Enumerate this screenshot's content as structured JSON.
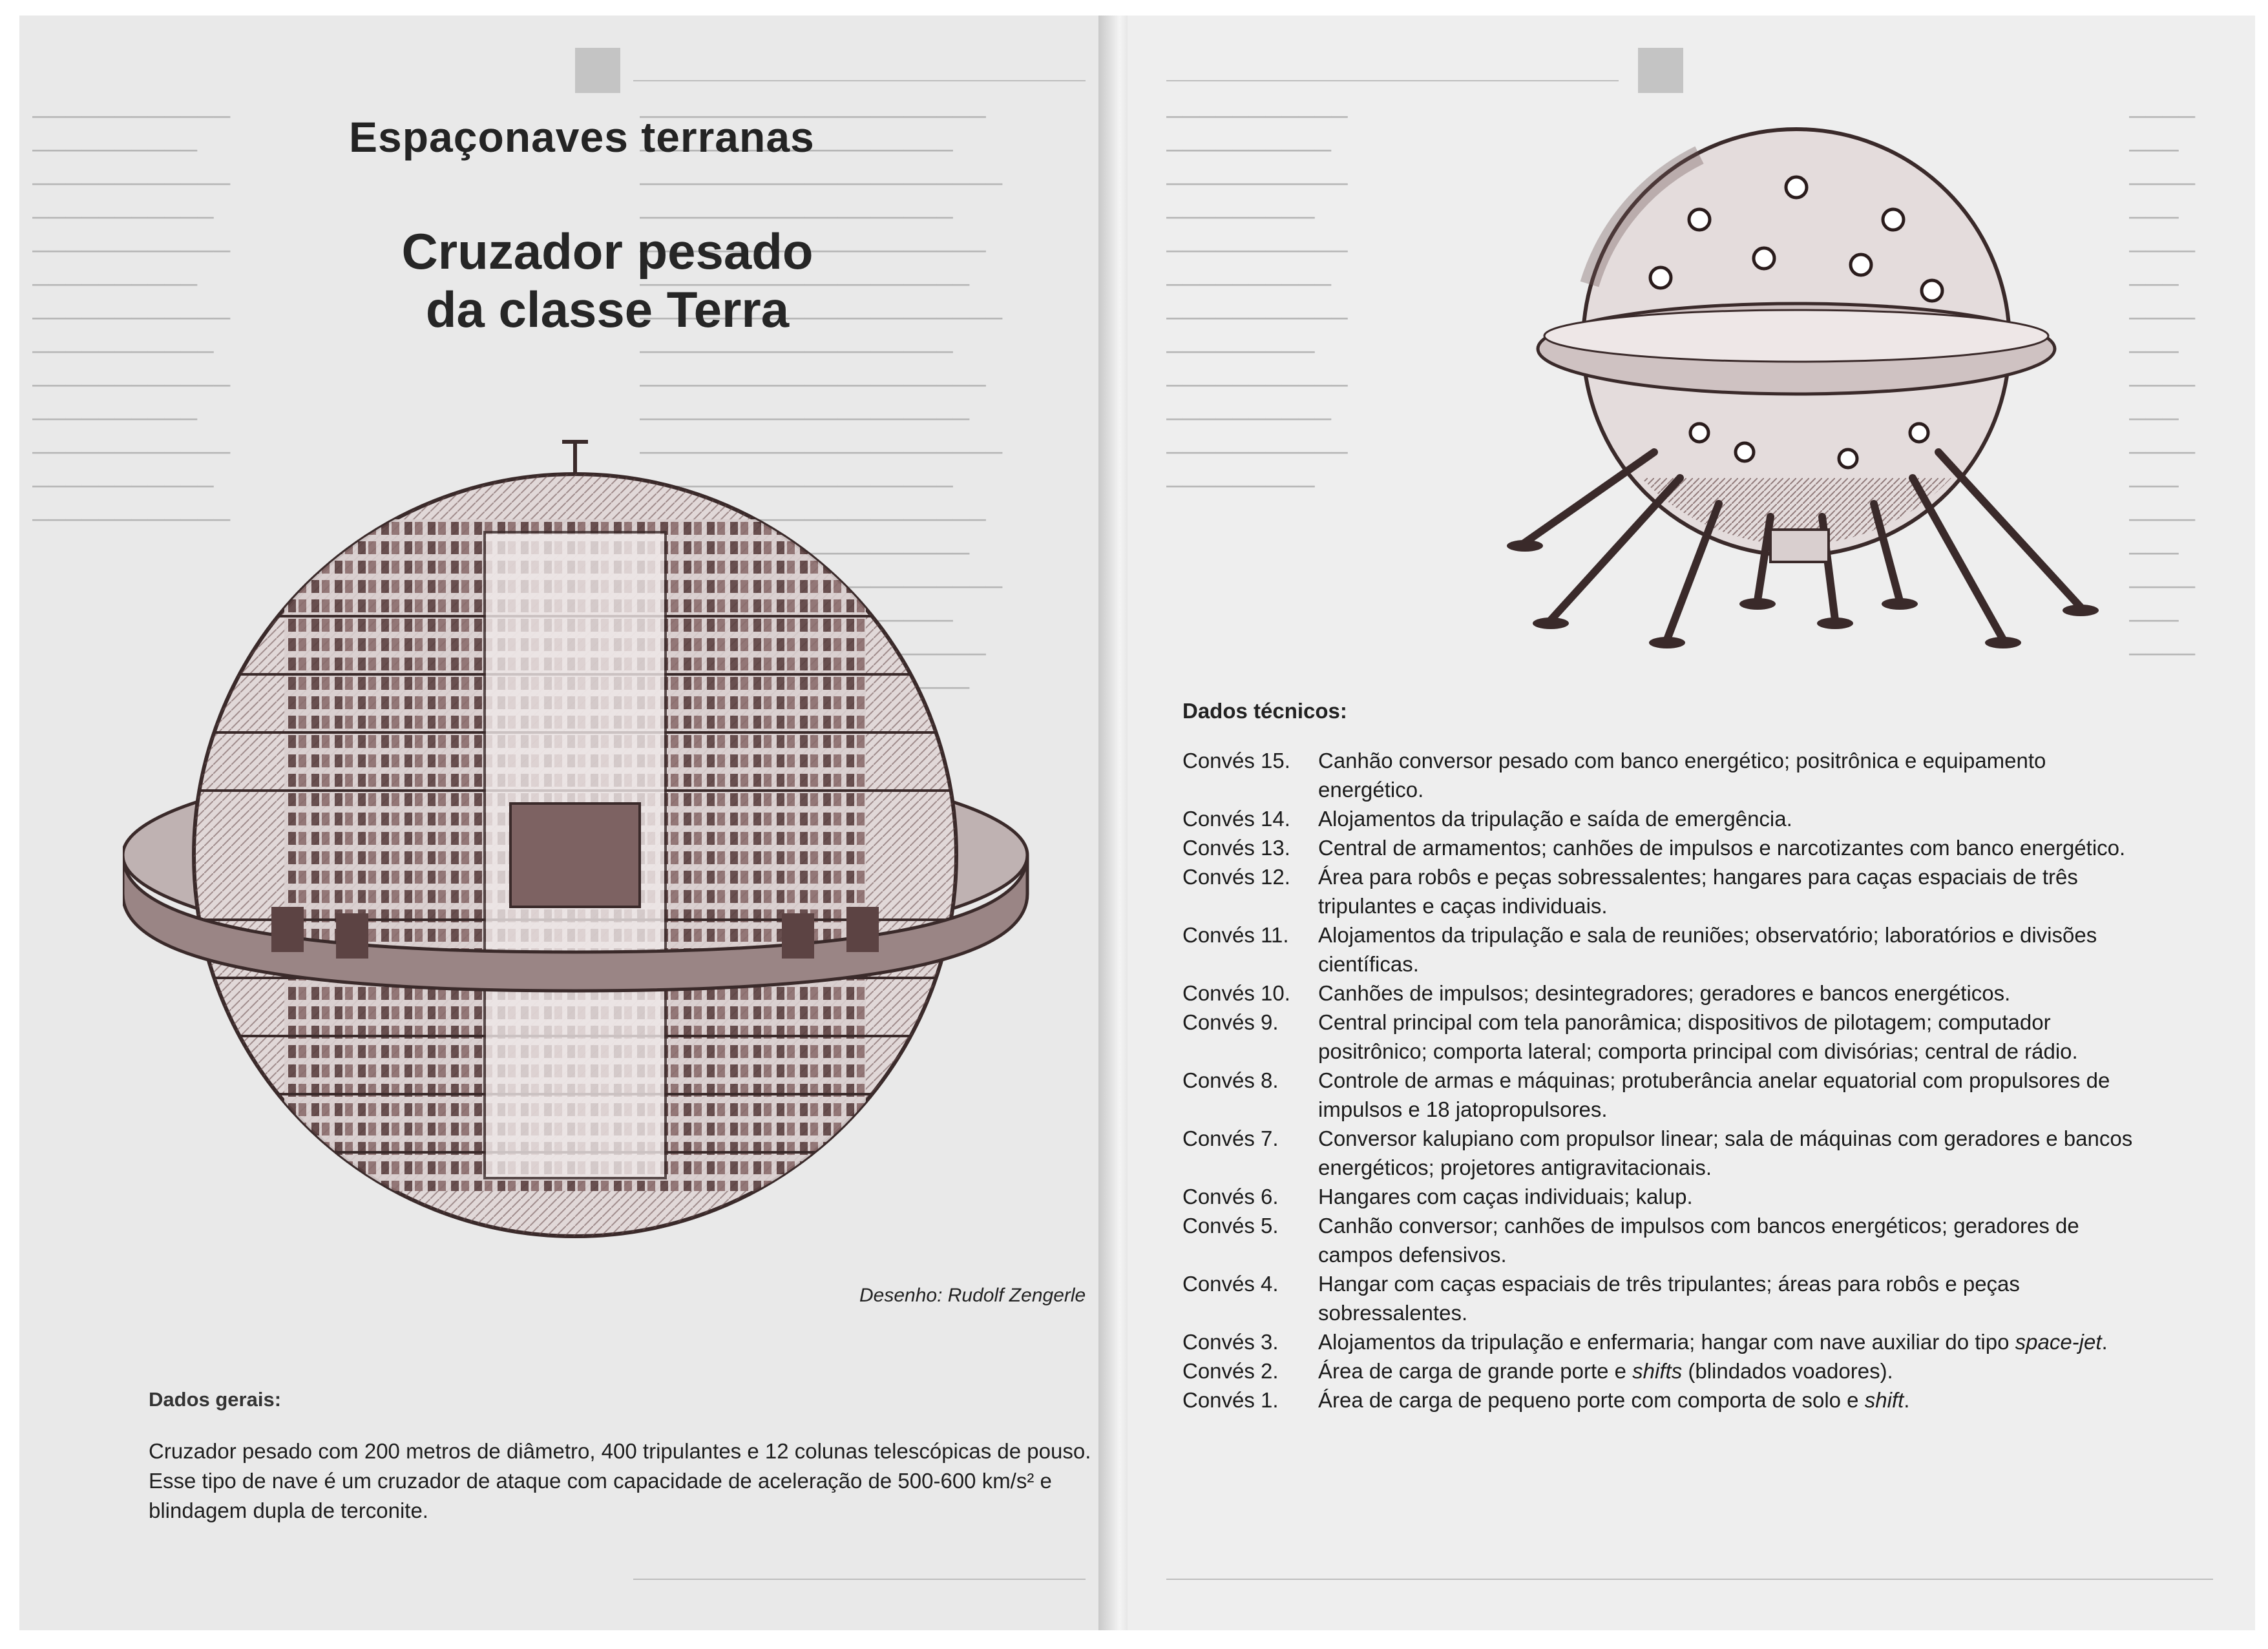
{
  "left_page": {
    "title": "Espaçonaves terranas",
    "subtitle": "Cruzador pesado da classe Terra",
    "credit": "Desenho: Rudolf Zengerle",
    "general_heading": "Dados gerais:",
    "general_text": "Cruzador pesado com 200 metros de diâmetro, 400 tripulantes e 12 colunas telescópicas de pouso. Esse tipo de nave é um cruzador de ataque com capacidade de aceleração de 500-600 km/s² e blindagem dupla de terconite."
  },
  "right_page": {
    "tech_heading": "Dados técnicos:",
    "decks": [
      {
        "label": "Convés 15.",
        "text": "Canhão conversor pesado com banco energético; positrônica e equipamento energético."
      },
      {
        "label": "Convés 14.",
        "text": "Alojamentos da tripulação e saída de emergência."
      },
      {
        "label": "Convés 13.",
        "text": "Central de armamentos; canhões de impulsos e narcotizantes com banco energético."
      },
      {
        "label": "Convés 12.",
        "text": "Área para robôs e peças sobressalentes; hangares para caças espaciais de três tripulantes e caças individuais."
      },
      {
        "label": "Convés 11.",
        "text": "Alojamentos da tripulação e sala de reuniões; observatório; laboratórios e divisões científicas."
      },
      {
        "label": "Convés 10.",
        "text": "Canhões de impulsos; desintegradores; geradores e bancos energéticos."
      },
      {
        "label": "Convés 9.",
        "text": "Central principal com tela panorâmica; dispositivos de pilotagem; computador positrônico; comporta lateral; comporta principal com divisórias; central de rádio."
      },
      {
        "label": "Convés 8.",
        "text": "Controle de armas e máquinas; protuberância anelar equatorial com propulsores de impulsos e 18 jatopropulsores."
      },
      {
        "label": "Convés 7.",
        "text": "Conversor kalupiano com propulsor linear; sala de máquinas com geradores e bancos energéticos; projetores antigravitacionais."
      },
      {
        "label": "Convés 6.",
        "text": "Hangares com caças individuais; kalup."
      },
      {
        "label": "Convés 5.",
        "text": "Canhão conversor; canhões de impulsos com bancos energéticos; geradores de campos defensivos."
      },
      {
        "label": "Convés 4.",
        "text": "Hangar com caças espaciais de três tripulantes; áreas para robôs e peças sobressalentes."
      },
      {
        "label": "Convés 3.",
        "text_before": "Alojamentos da tripulação e enfermaria; hangar com nave auxiliar do tipo ",
        "text_italic": "space-jet",
        "text_after": "."
      },
      {
        "label": "Convés 2.",
        "text_before": "Área de carga de grande porte e ",
        "text_italic": "shifts",
        "text_after": " (blindados voadores)."
      },
      {
        "label": "Convés 1.",
        "text_before": "Área de carga de pequeno porte com comporta de solo e ",
        "text_italic": "shift",
        "text_after": "."
      }
    ]
  }
}
